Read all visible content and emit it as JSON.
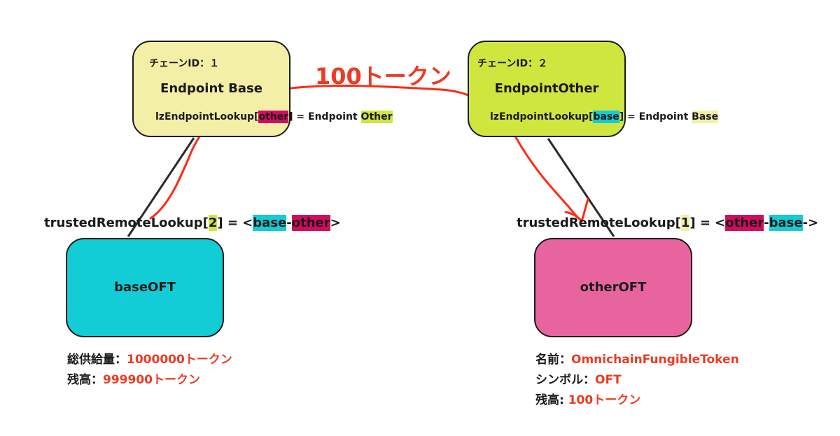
{
  "colors": {
    "endpoint_base": "#f3efa6",
    "endpoint_other": "#cfe63f",
    "base_oft": "#12ccd6",
    "other_oft": "#e8649e",
    "hl_magenta": "#d10b5e",
    "hl_cyan": "#12ccd6",
    "hl_lime": "#cfe63f",
    "hl_cream": "#f3efa6",
    "red_text": "#ee3a24",
    "arrow": "#ff2a14"
  },
  "endpoint_base": {
    "chain_label": "チェーンID：１",
    "title": "Endpoint Base",
    "lookup_prefix": "lzEndpointLookup[",
    "lookup_key": "other",
    "lookup_mid": "] = Endpoint ",
    "lookup_value": "Other"
  },
  "endpoint_other": {
    "chain_label": "チェーンID：２",
    "title": "EndpointOther",
    "lookup_prefix": "lzEndpointLookup[",
    "lookup_key": "base",
    "lookup_mid": "] = Endpoint ",
    "lookup_value": "Base"
  },
  "transfer_label": "100トークン",
  "trusted_left": {
    "prefix": "trustedRemoteLookup[",
    "index": "2",
    "mid": "] = <",
    "part1": "base",
    "sep": "-",
    "part2": "other",
    "suffix": ">"
  },
  "trusted_right": {
    "prefix": "trustedRemoteLookup[",
    "index": "1",
    "mid": "] = <",
    "part1": "other",
    "sep": "-",
    "part2": "base",
    "suffix": "->"
  },
  "base_oft": {
    "name": "baseOFT",
    "supply_label": "総供給量：",
    "supply_value": "1000000トークン",
    "balance_label": "残高：",
    "balance_value": "999900トークン"
  },
  "other_oft": {
    "name": "otherOFT",
    "name_label": "名前：",
    "name_value": "OmnichainFungibleToken",
    "symbol_label": "シンボル：",
    "symbol_value": "OFT",
    "balance_label": "残高: ",
    "balance_value": "100トークン"
  }
}
